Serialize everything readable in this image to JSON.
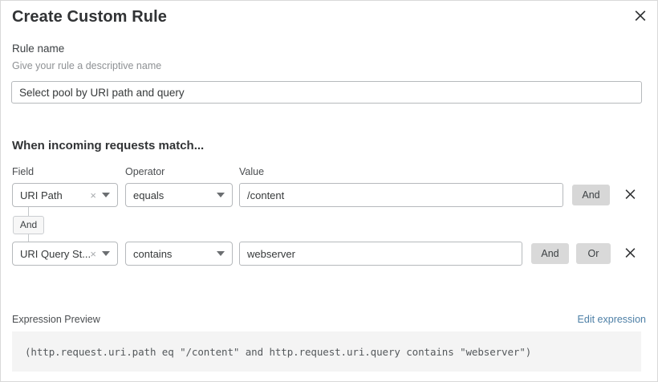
{
  "dialog": {
    "title": "Create Custom Rule",
    "close_icon": "close-icon"
  },
  "rule_name": {
    "label": "Rule name",
    "hint": "Give your rule a descriptive name",
    "value": "Select pool by URI path and query",
    "placeholder": ""
  },
  "match_section": {
    "heading": "When incoming requests match...",
    "column_headers": {
      "field": "Field",
      "operator": "Operator",
      "value": "Value"
    },
    "connector": {
      "label": "And"
    },
    "rows": [
      {
        "field": "URI Path",
        "field_clear_icon": "×",
        "operator": "equals",
        "value": "/content",
        "logic_buttons": [
          "And"
        ],
        "remove_icon": "close-icon"
      },
      {
        "field": "URI Query St...",
        "field_clear_icon": "×",
        "operator": "contains",
        "value": "webserver",
        "logic_buttons": [
          "And",
          "Or"
        ],
        "remove_icon": "close-icon"
      }
    ]
  },
  "expression_preview": {
    "label": "Expression Preview",
    "edit_link": "Edit expression",
    "expression": "(http.request.uri.path eq \"/content\" and http.request.uri.query contains \"webserver\")"
  },
  "colors": {
    "link": "#4d7fa6",
    "logic_button_bg": "#d7d7d7",
    "preview_bg": "#f4f4f4",
    "border": "#b6b9bc"
  }
}
